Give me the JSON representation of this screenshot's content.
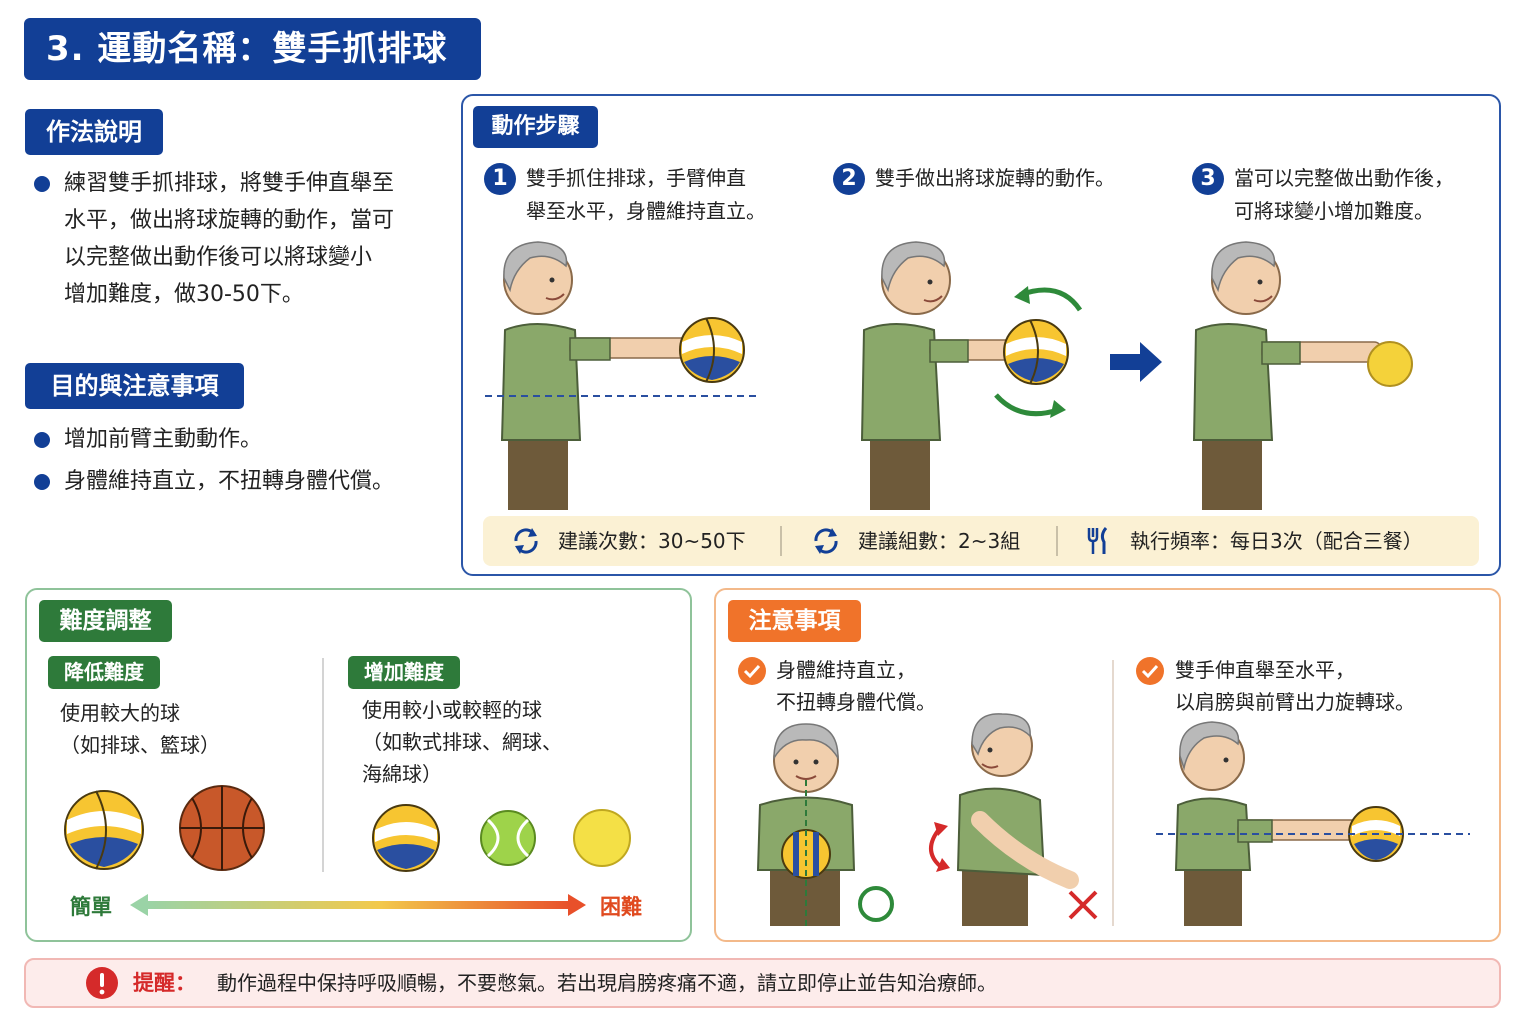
{
  "title": "3. 運動名稱：雙手抓排球",
  "method": {
    "label": "作法說明",
    "lines": [
      "練習雙手抓排球，將雙手伸直舉至",
      "水平，做出將球旋轉的動作，當可",
      "以完整做出動作後可以將球變小",
      "增加難度，做30-50下。"
    ]
  },
  "purpose": {
    "label": "目的與注意事項",
    "items": [
      "增加前臂主動動作。",
      "身體維持直立，不扭轉身體代償。"
    ]
  },
  "steps": {
    "label": "動作步驟",
    "items": [
      {
        "num": "1",
        "lines": [
          "雙手抓住排球，手臂伸直",
          "舉至水平，身體維持直立。"
        ]
      },
      {
        "num": "2",
        "lines": [
          "雙手做出將球旋轉的動作。"
        ]
      },
      {
        "num": "3",
        "lines": [
          "當可以完整做出動作後，",
          "可將球變小增加難度。"
        ]
      }
    ]
  },
  "info": {
    "reps": "建議次數：30~50下",
    "sets": "建議組數：2~3組",
    "frequency": "執行頻率：每日3次（配合三餐）"
  },
  "difficulty": {
    "label": "難度調整",
    "easier": {
      "label": "降低難度",
      "lines": [
        "使用較大的球",
        "（如排球、籃球）"
      ]
    },
    "harder": {
      "label": "增加難度",
      "lines": [
        "使用較小或較輕的球",
        "（如軟式排球、網球、",
        "海綿球）"
      ]
    },
    "easy_label": "簡單",
    "hard_label": "困難"
  },
  "caution": {
    "label": "注意事項",
    "items": [
      {
        "lines": [
          "身體維持直立，",
          "不扭轉身體代償。"
        ]
      },
      {
        "lines": [
          "雙手伸直舉至水平，",
          "以肩膀與前臂出力旋轉球。"
        ]
      }
    ]
  },
  "reminder": {
    "label": "提醒：",
    "text": "動作過程中保持呼吸順暢，不要憋氣。若出現肩膀疼痛不適，請立即停止並告知治療師。"
  },
  "colors": {
    "primary": "#123f96",
    "green": "#2e7a3a",
    "orange": "#f0732a",
    "red": "#d52a2a",
    "shirt": "#8aa86a",
    "pants": "#6e5a3a"
  }
}
